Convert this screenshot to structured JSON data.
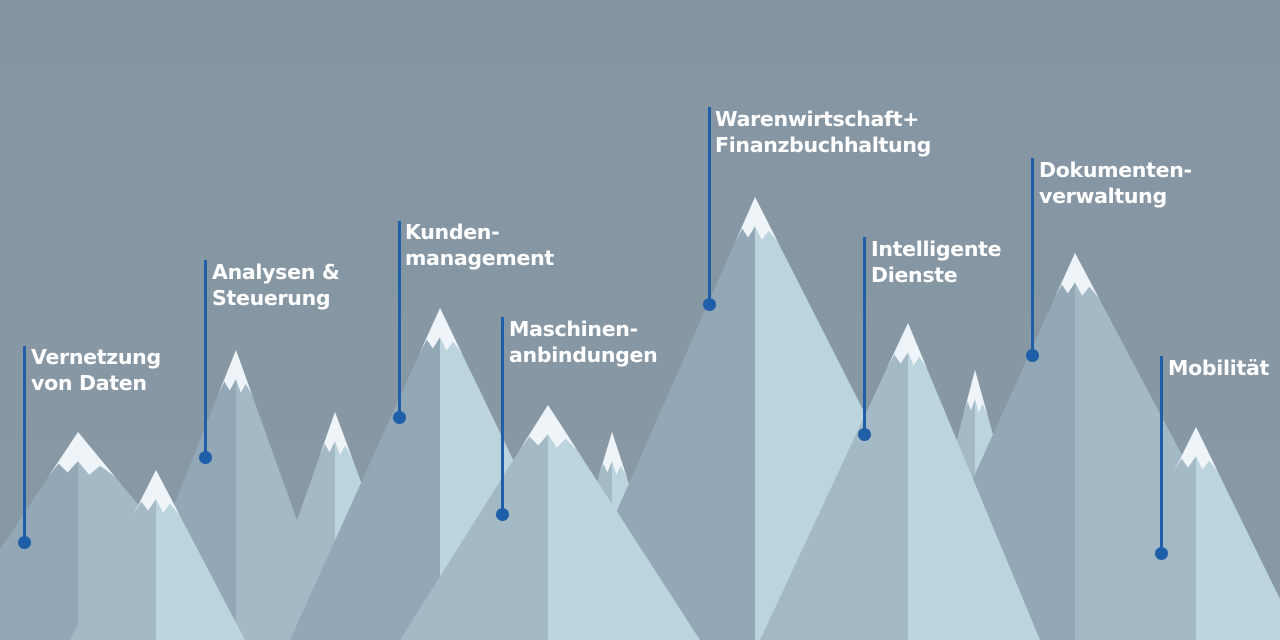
{
  "colors": {
    "sky": "#8596a3",
    "mountain_light": "#bcd4de",
    "mountain_mid": "#a3b9c6",
    "mountain_dark": "#93a8b6",
    "snow": "#eef4f7",
    "marker": "#1f5fa8",
    "text": "#ffffff"
  },
  "markers": [
    {
      "id": "vernetzung",
      "lines": [
        "Vernetzung",
        "von Daten"
      ]
    },
    {
      "id": "analysen",
      "lines": [
        "Analysen &",
        "Steuerung"
      ]
    },
    {
      "id": "kunden",
      "lines": [
        "Kunden-",
        "management"
      ]
    },
    {
      "id": "maschinen",
      "lines": [
        "Maschinen-",
        "anbindungen"
      ]
    },
    {
      "id": "warenwirtschaft",
      "lines": [
        "Warenwirtschaft+",
        "Finanzbuchhaltung"
      ]
    },
    {
      "id": "intelligente",
      "lines": [
        "Intelligente",
        "Dienste"
      ]
    },
    {
      "id": "dokumenten",
      "lines": [
        "Dokumenten-",
        "verwaltung"
      ]
    },
    {
      "id": "mobilitaet",
      "lines": [
        "Mobilität"
      ]
    }
  ]
}
